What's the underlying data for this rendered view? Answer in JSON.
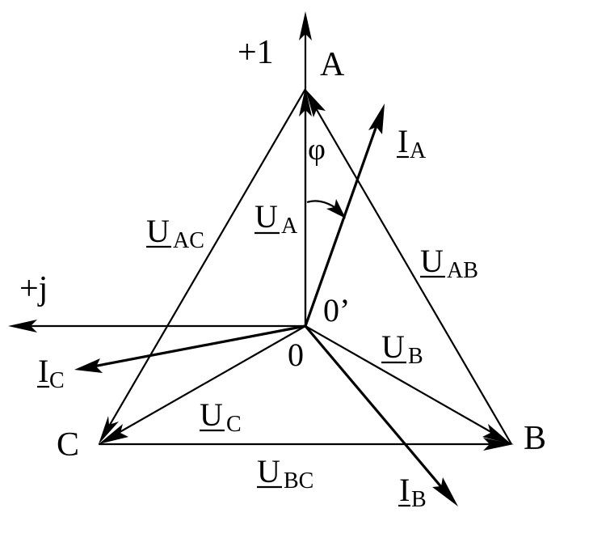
{
  "axes": {
    "real_label": "+1",
    "imag_label": "+j"
  },
  "points": {
    "A": "A",
    "B": "B",
    "C": "C",
    "neutral": "0",
    "neutral_prime": "0’"
  },
  "angle_label": "φ",
  "vectors": {
    "UA": {
      "main": "U",
      "sub": "A"
    },
    "UB": {
      "main": "U",
      "sub": "B"
    },
    "UC": {
      "main": "U",
      "sub": "C"
    },
    "UAB": {
      "main": "U",
      "sub": "AB"
    },
    "UBC": {
      "main": "U",
      "sub": "BC"
    },
    "UAC": {
      "main": "U",
      "sub": "AC"
    },
    "IA": {
      "main": "I",
      "sub": "A"
    },
    "IB": {
      "main": "I",
      "sub": "B"
    },
    "IC": {
      "main": "I",
      "sub": "C"
    }
  },
  "colors": {
    "stroke": "#000000",
    "background": "#ffffff"
  }
}
